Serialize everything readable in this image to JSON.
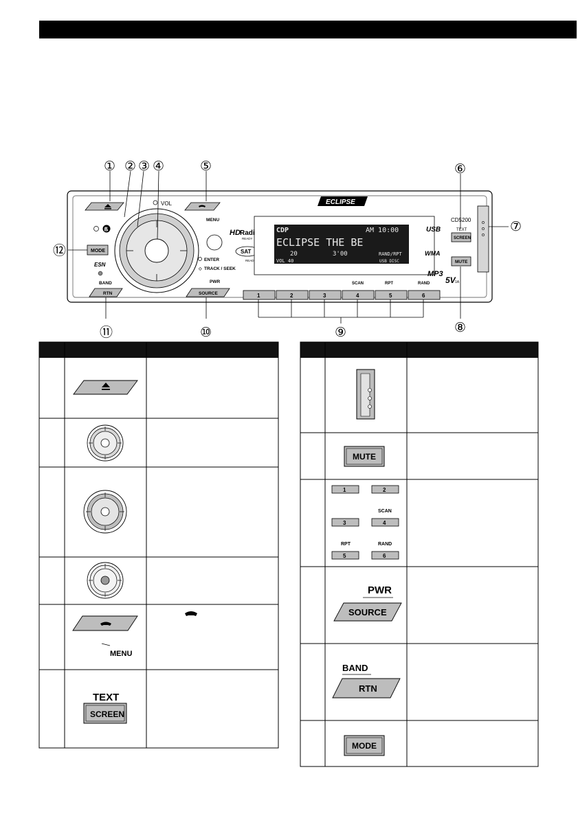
{
  "callouts": [
    "①",
    "②",
    "③",
    "④",
    "⑤",
    "⑥",
    "⑦",
    "⑧",
    "⑨",
    "⑩",
    "⑪",
    "⑫"
  ],
  "unit": {
    "brand": "ECLIPSE",
    "model": "CD5200",
    "vol_label": "VOL",
    "menu_label": "MENU",
    "enter_label": "ENTER",
    "track_seek_label": "TRACK / SEEK",
    "pwr_label": "PWR",
    "source_label": "SOURCE",
    "band_label": "BAND",
    "rtn_label": "RTN",
    "mode_label": "MODE",
    "esn_label": "ESN",
    "text_label": "TEXT",
    "screen_label": "SCREEN",
    "mute_label": "MUTE",
    "hd_radio_label": "Radio",
    "hd_ready_label": "READY",
    "sat_label": "SAT",
    "sat_ready_label": "READY",
    "usb_logo": "USB",
    "wma_logo": "WMA",
    "mp3_logo": "MP3",
    "usb5v_label": "5V",
    "usb5v_sub": "1A",
    "display": {
      "source": "CDP",
      "clock": "AM 10:00",
      "title_scroll": "ECLIPSE THE BE",
      "track": "20",
      "time": "3'00",
      "mode": "RAND/RPT",
      "vol": "VOL 40",
      "usb_disc": "USB DISC"
    },
    "preset_buttons": [
      "1",
      "2",
      "3",
      "4",
      "5",
      "6"
    ],
    "preset_sub_labels": [
      "",
      "",
      "",
      "SCAN",
      "RPT",
      "RAND"
    ]
  },
  "left_table": {
    "rows": [
      {
        "item": "eject-button"
      },
      {
        "item": "volume-knob"
      },
      {
        "item": "enter-track-seek-ring"
      },
      {
        "item": "center-enter-button"
      },
      {
        "item": "phone-menu-button"
      },
      {
        "item": "text-screen-button",
        "top_label": "TEXT",
        "label": "SCREEN"
      }
    ],
    "phone_menu_label": "MENU"
  },
  "right_table": {
    "rows": [
      {
        "item": "usb-cover"
      },
      {
        "item": "mute-button",
        "label": "MUTE"
      },
      {
        "item": "preset-buttons"
      },
      {
        "item": "source-pwr-button",
        "top_label": "PWR",
        "label": "SOURCE"
      },
      {
        "item": "rtn-band-button",
        "top_label": "BAND",
        "label": "RTN"
      },
      {
        "item": "mode-button",
        "label": "MODE"
      }
    ],
    "preset_labels": [
      "1",
      "2",
      "3",
      "4",
      "5",
      "6"
    ],
    "preset_sub_labels": {
      "scan": "SCAN",
      "rpt": "RPT",
      "rand": "RAND"
    }
  },
  "colors": {
    "button_gray": "#bdbdbd",
    "display_bg": "#1a1a1a",
    "display_text": "#e8e8e8"
  }
}
